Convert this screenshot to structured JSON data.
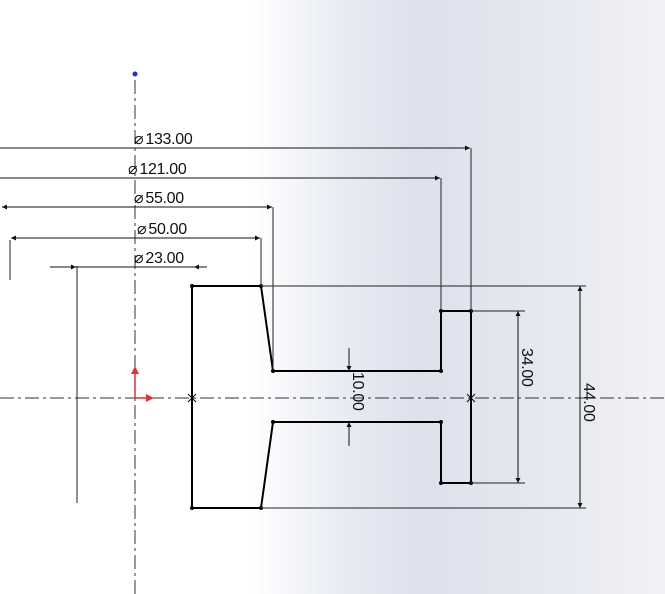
{
  "sketch": {
    "dimensions": {
      "d133": "133.00",
      "d121": "121.00",
      "d55": "55.00",
      "d50": "50.00",
      "d23": "23.00",
      "v10": "10.00",
      "v34": "34.00",
      "v44": "44.00"
    },
    "diameter_symbol": "⌀"
  },
  "colors": {
    "background_left": "#ffffff",
    "background_right": "#dde1ec",
    "geometry": "#000000",
    "origin_x_axis": "#e03030",
    "origin_y_axis": "#e03030",
    "centerpoint": "#1a2fd0"
  }
}
